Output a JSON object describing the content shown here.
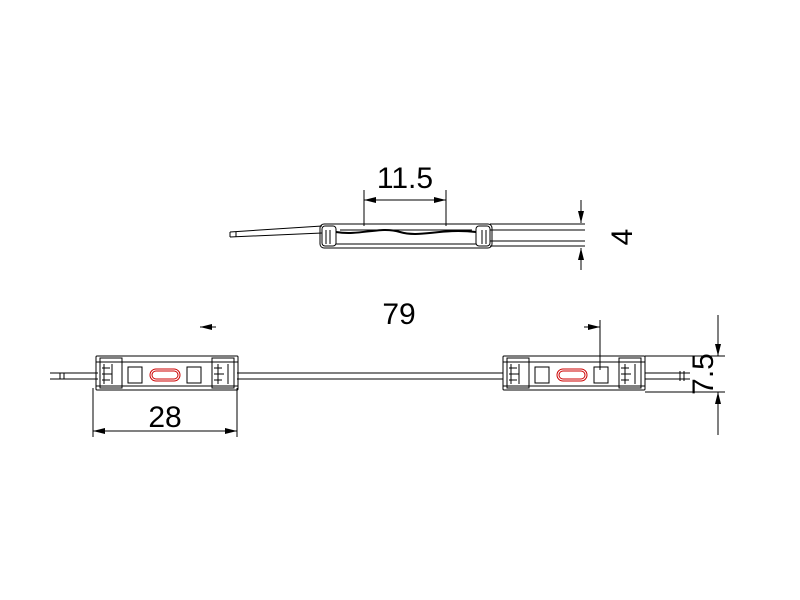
{
  "drawing": {
    "dimensions": {
      "width_top": "11.5",
      "height_top": "4",
      "spacing": "79",
      "module_length": "28",
      "module_height": "7.5"
    },
    "colors": {
      "line": "#000000",
      "led_red": "#cc0000",
      "background": "#ffffff"
    }
  }
}
